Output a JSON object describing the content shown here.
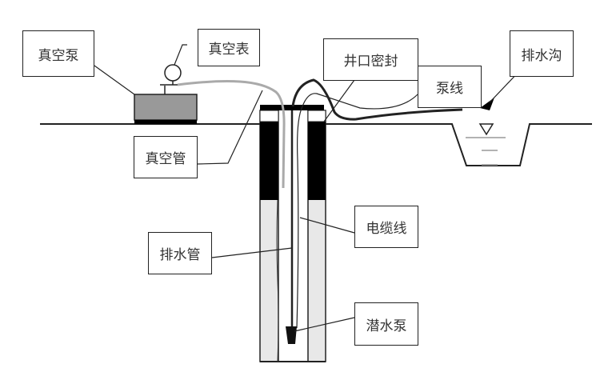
{
  "labels": {
    "vacuum_pump": "真空泵",
    "vacuum_gauge": "真空表",
    "vacuum_tube": "真空管",
    "wellhead_seal": "井口密封",
    "pump_cable": "泵线",
    "drainage_ditch": "排水沟",
    "electric_cable": "电缆线",
    "drain_pipe": "排水管",
    "submersible_pump": "潜水泵"
  },
  "colors": {
    "line": "#222222",
    "pump_body": "#999999",
    "vacuum_tube": "#aaaaaa",
    "well_fill": "#e8e8e8",
    "seal": "#000000"
  }
}
